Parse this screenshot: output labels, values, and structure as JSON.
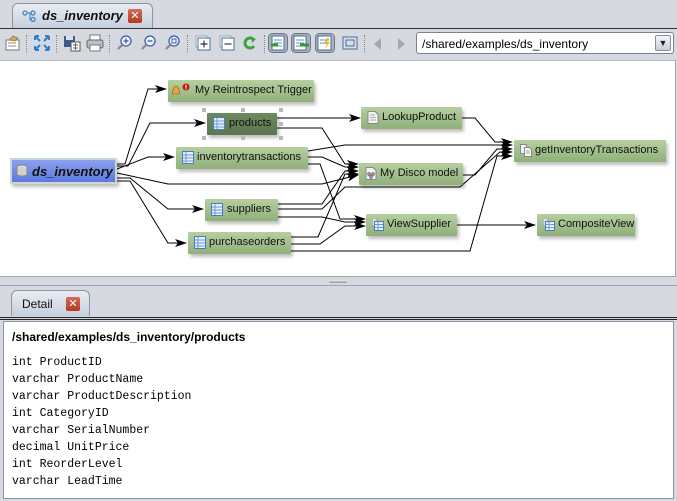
{
  "editor_tab": {
    "title": "ds_inventory",
    "icon": "schema-icon",
    "close": "✕"
  },
  "toolbar": {
    "buttons": [
      {
        "name": "properties-icon"
      },
      {
        "name": "fit-to-screen-icon"
      },
      {
        "name": "save-image-icon"
      },
      {
        "name": "print-icon"
      },
      {
        "name": "zoom-in-icon"
      },
      {
        "name": "zoom-out-icon"
      },
      {
        "name": "zoom-fit-icon"
      },
      {
        "name": "expand-icon"
      },
      {
        "name": "collapse-icon"
      },
      {
        "name": "refresh-icon"
      },
      {
        "name": "show-incoming-icon"
      },
      {
        "name": "show-outgoing-icon"
      },
      {
        "name": "show-triggers-icon"
      },
      {
        "name": "overview-icon"
      },
      {
        "name": "back-icon"
      },
      {
        "name": "forward-icon"
      }
    ],
    "path": "/shared/examples/ds_inventory",
    "combo_arrow": "▼"
  },
  "graph": {
    "root": {
      "label": "ds_inventory"
    },
    "nodes": {
      "trigger": {
        "label": "My Reintrospect Trigger"
      },
      "products": {
        "label": "products"
      },
      "inventorytransactions": {
        "label": "inventorytransactions"
      },
      "suppliers": {
        "label": "suppliers"
      },
      "purchaseorders": {
        "label": "purchaseorders"
      },
      "lookupproduct": {
        "label": "LookupProduct"
      },
      "discomodel": {
        "label": "My Disco model"
      },
      "viewsupplier": {
        "label": "ViewSupplier"
      },
      "getinventorytransactions": {
        "label": "getInventoryTransactions"
      },
      "compositeview": {
        "label": "CompositeView"
      }
    },
    "selected": "products"
  },
  "detail": {
    "tab_title": "Detail",
    "close": "✕",
    "path": "/shared/examples/ds_inventory/products",
    "fields": [
      "int ProductID",
      "varchar ProductName",
      "varchar ProductDescription",
      "int CategoryID",
      "varchar SerialNumber",
      "decimal UnitPrice",
      "int ReorderLevel",
      "varchar LeadTime"
    ]
  },
  "colors": {
    "node": "#9cbb86",
    "node_selected": "#64805a",
    "root": "#6f88e6",
    "close": "#c04a32"
  }
}
